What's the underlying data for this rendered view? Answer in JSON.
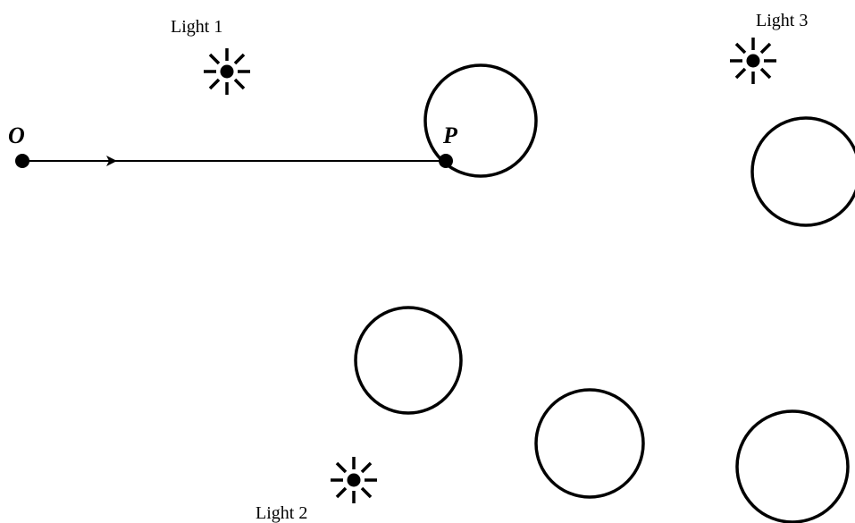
{
  "points": {
    "origin": "O",
    "hit": "P"
  },
  "lights": [
    {
      "id": "light1",
      "label": "Light 1"
    },
    {
      "id": "light2",
      "label": "Light 2"
    },
    {
      "id": "light3",
      "label": "Light 3"
    }
  ],
  "colors": {
    "stroke": "#000000",
    "background": "#ffffff"
  },
  "icons": {
    "light": "sun-icon"
  }
}
